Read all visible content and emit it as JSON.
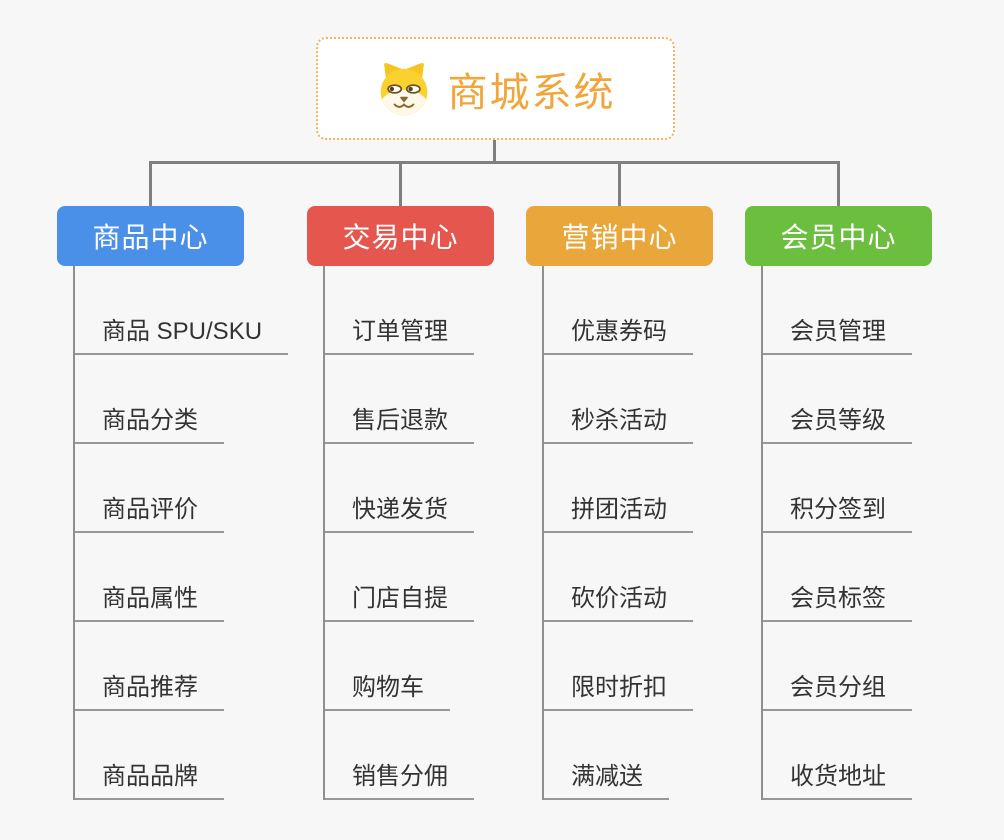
{
  "root": {
    "title": "商城系统",
    "icon": "dog-face-icon"
  },
  "branches": [
    {
      "label": "商品中心",
      "color": "#4a90e8",
      "children": [
        "商品 SPU/SKU",
        "商品分类",
        "商品评价",
        "商品属性",
        "商品推荐",
        "商品品牌"
      ]
    },
    {
      "label": "交易中心",
      "color": "#e4564e",
      "children": [
        "订单管理",
        "售后退款",
        "快递发货",
        "门店自提",
        "购物车",
        "销售分佣"
      ]
    },
    {
      "label": "营销中心",
      "color": "#e9a63b",
      "children": [
        "优惠券码",
        "秒杀活动",
        "拼团活动",
        "砍价活动",
        "限时折扣",
        "满减送"
      ]
    },
    {
      "label": "会员中心",
      "color": "#6cbe3e",
      "children": [
        "会员管理",
        "会员等级",
        "积分签到",
        "会员标签",
        "会员分组",
        "收货地址"
      ]
    }
  ],
  "colors": {
    "background": "#f7f7f7",
    "root_text": "#f0a63a",
    "root_border": "#f3b45a",
    "connector": "#7f7f7f",
    "child_line": "#979797",
    "child_text": "#333333"
  }
}
